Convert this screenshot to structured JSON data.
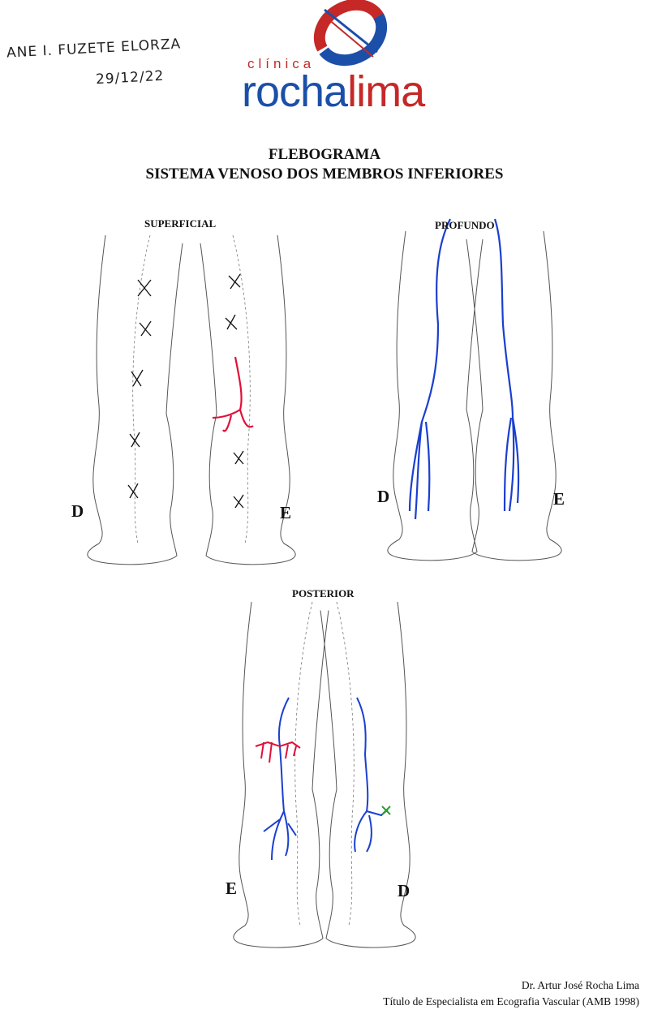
{
  "handwritten": {
    "patient_name": "ANE I. FUZETE ELORZA",
    "date": "29/12/22"
  },
  "logo": {
    "prefix": "clínica",
    "name_part1": "rocha",
    "name_part2": "lima",
    "blue": "#1b4fa8",
    "red": "#c62828"
  },
  "title": {
    "line1": "FLEBOGRAMA",
    "line2": "SISTEMA VENOSO DOS MEMBROS INFERIORES"
  },
  "diagrams": {
    "superficial": {
      "label": "SUPERFICIAL",
      "right": "D",
      "left": "E"
    },
    "profundo": {
      "label": "PROFUNDO",
      "right": "D",
      "left": "E"
    },
    "posterior": {
      "label": "POSTERIOR",
      "left": "E",
      "right": "D"
    }
  },
  "footer": {
    "doctor": "Dr. Artur José Rocha Lima",
    "credential": "Título de Especialista em Ecografia Vascular (AMB 1998)"
  },
  "colors": {
    "vein_blue": "#1a3fd0",
    "reflux_red": "#e0103a",
    "mark_green": "#2aa02a"
  }
}
